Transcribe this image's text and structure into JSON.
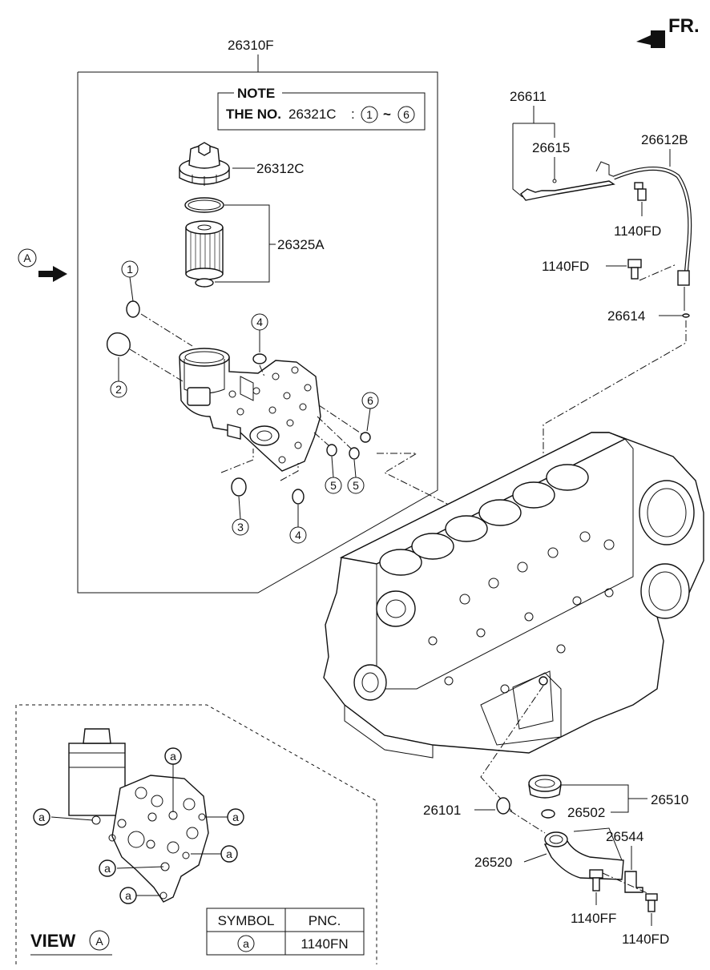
{
  "orientation": {
    "label": "FR."
  },
  "assembly": {
    "pnc": "26310F"
  },
  "note": {
    "title": "NOTE",
    "text": "THE NO.",
    "part": "26321C",
    "colon": ":",
    "from": "1",
    "tilde": "~",
    "to": "6"
  },
  "parts": {
    "cap": "26312C",
    "filter": "26325A",
    "gauge_assy": "26611",
    "gauge_oring": "26615",
    "guide_tube": "26612B",
    "bolt_a": "1140FD",
    "bolt_b": "1140FD",
    "tube_oring": "26614",
    "block": "26101",
    "filler_cap": "26510",
    "cap_gasket": "26502",
    "bracket": "26544",
    "filler_tube": "26520",
    "bolt_ff": "1140FF",
    "bolt_fd_bottom": "1140FD"
  },
  "callouts": [
    "1",
    "2",
    "3",
    "4",
    "4",
    "5",
    "5",
    "6"
  ],
  "view_ref": "A",
  "view": {
    "label": "VIEW",
    "ref": "A",
    "marker": "a"
  },
  "symbol_table": {
    "headers": [
      "SYMBOL",
      "PNC."
    ],
    "rows": [
      {
        "symbol": "a",
        "pnc": "1140FN"
      }
    ]
  }
}
